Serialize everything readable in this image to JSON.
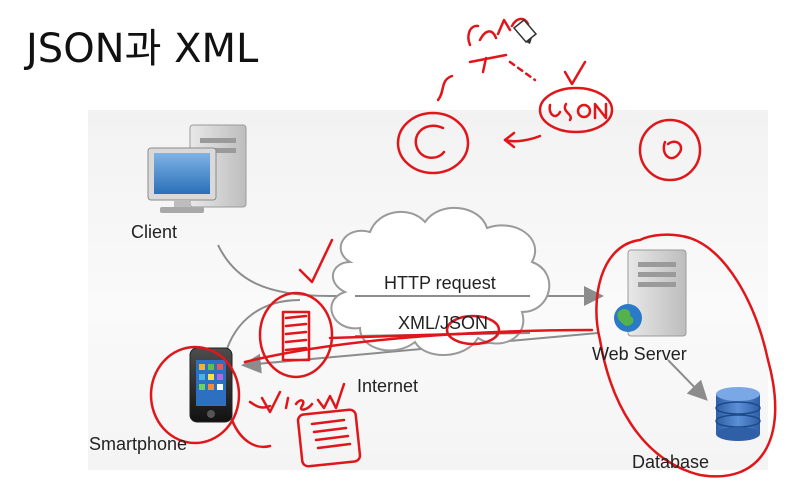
{
  "slide": {
    "title": "JSON과 XML"
  },
  "diagram": {
    "nodes": {
      "client": "Client",
      "smartphone": "Smartphone",
      "internet": "Internet",
      "web_server": "Web Server",
      "database": "Database"
    },
    "messages": {
      "request": "HTTP request",
      "response": "XML/JSON"
    }
  },
  "annotations": {
    "java": "Java",
    "json": "JSON",
    "view": "View",
    "ink_color": "#e0161b"
  },
  "colors": {
    "arrow_gray": "#8c8c8c",
    "cloud_fill": "#ffffff",
    "cloud_stroke": "#999999",
    "db_blue": "#3a6fb0",
    "panel_bg": "#f4f4f4"
  }
}
